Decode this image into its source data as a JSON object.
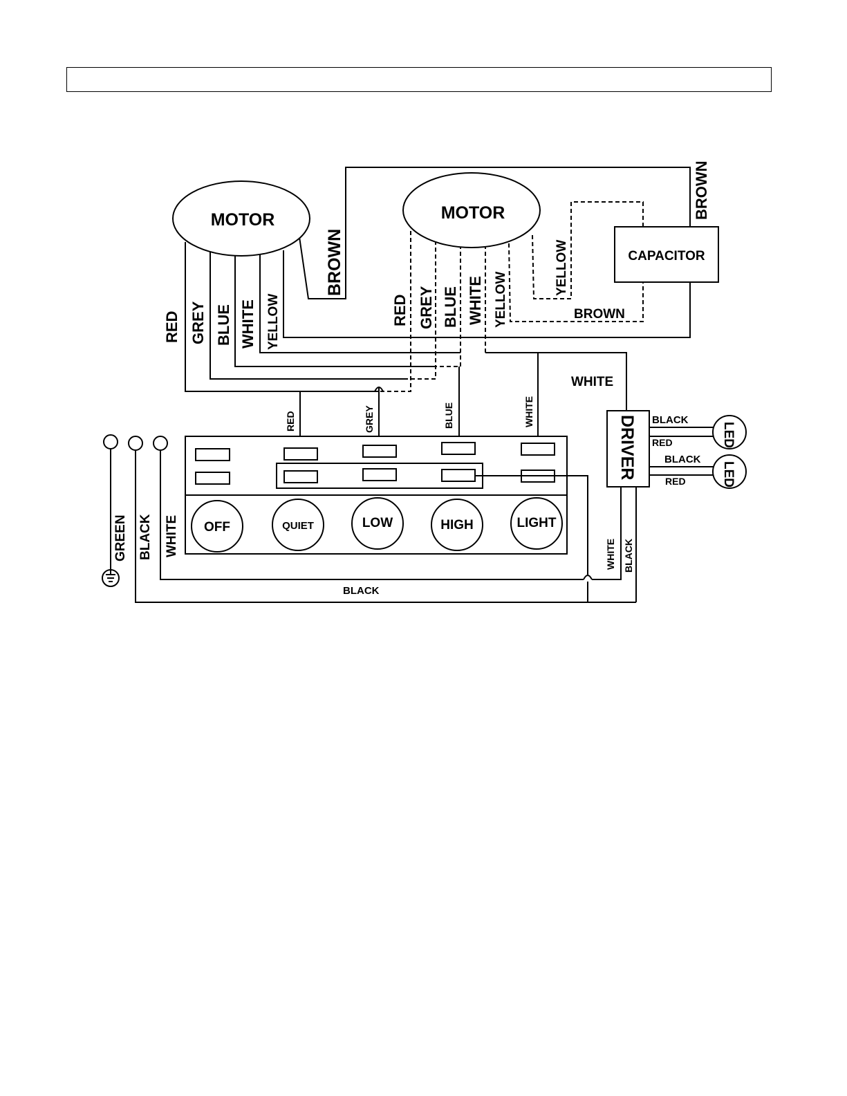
{
  "components": {
    "motor_left": "MOTOR",
    "motor_right": "MOTOR",
    "capacitor": "CAPACITOR",
    "driver": "DRIVER",
    "led_1": "LED",
    "led_2": "LED"
  },
  "buttons": {
    "off": "OFF",
    "quiet": "QUIET",
    "low": "LOW",
    "high": "HIGH",
    "light": "LIGHT"
  },
  "wires": {
    "left_motor_brown": "BROWN",
    "right_top_brown": "BROWN",
    "left_motor_leads": [
      "RED",
      "GREY",
      "BLUE",
      "WHITE",
      "YELLOW"
    ],
    "right_motor_leads": [
      "RED",
      "GREY",
      "BLUE",
      "WHITE",
      "YELLOW"
    ],
    "capacitor_yellow": "YELLOW",
    "capacitor_brown": "BROWN",
    "driver_white": "WHITE",
    "switch_leads": [
      "RED",
      "GREY",
      "BLUE",
      "WHITE"
    ],
    "led_1_black": "BLACK",
    "led_1_red": "RED",
    "led_2_black": "BLACK",
    "led_2_red": "RED",
    "supply": [
      "GREEN",
      "BLACK",
      "WHITE"
    ],
    "driver_bottom": [
      "WHITE",
      "BLACK"
    ],
    "bottom_black": "BLACK"
  },
  "colors": {
    "line": "#000000",
    "background": "#ffffff"
  },
  "icons": {
    "ground": "ground-symbol-icon",
    "terminal": "terminal-circle-icon"
  }
}
